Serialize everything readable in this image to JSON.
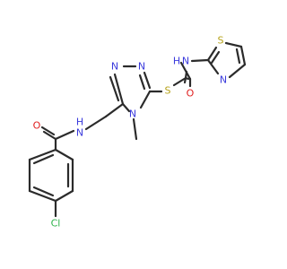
{
  "atoms": {
    "n_amide_left": "N",
    "h_amide_left": "H",
    "o_amide_left": "O",
    "cl": "Cl",
    "n_triazole_top_left": "N",
    "n_triazole_top_right": "N",
    "n_triazole_bottom": "N",
    "s_thioether": "S",
    "o_amide_right": "O",
    "n_amide_right": "N",
    "h_amide_right": "H",
    "n_thiazole": "N",
    "s_thiazole": "S"
  },
  "colors": {
    "carbon_bond": "#2b2b2b",
    "nitrogen": "#3a3adc",
    "oxygen": "#e02020",
    "sulfur": "#b6a21a",
    "chlorine": "#2db34a"
  }
}
